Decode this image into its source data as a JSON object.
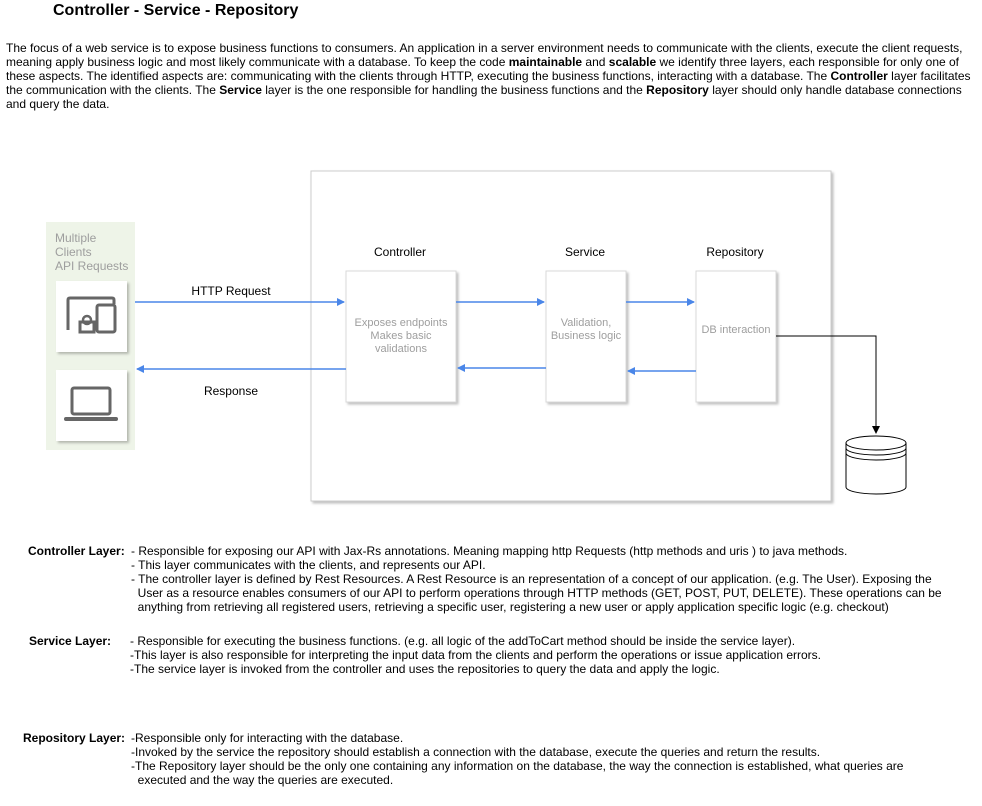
{
  "title": "Controller - Service - Repository",
  "intro": [
    {
      "t": "  The focus of a web service is to expose business functions to consumers. An application in a server environment needs to communicate with the clients, execute the client requests, meaning apply business logic and most likely communicate with a database. To keep the code ",
      "b": false
    },
    {
      "t": "maintainable",
      "b": true
    },
    {
      "t": " and ",
      "b": false
    },
    {
      "t": "scalable",
      "b": true
    },
    {
      "t": " we identify three layers, each responsible for only one of these aspects. The identified aspects are: communicating with the clients through HTTP, executing the business functions, interacting with a database. The ",
      "b": false
    },
    {
      "t": "Controller",
      "b": true
    },
    {
      "t": " layer facilitates the communication with the clients. The ",
      "b": false
    },
    {
      "t": "Service",
      "b": true
    },
    {
      "t": " layer is the one responsible for handling the business functions and the ",
      "b": false
    },
    {
      "t": "Repository",
      "b": true
    },
    {
      "t": " layer should only handle database connections and query the data.",
      "b": false
    }
  ],
  "diagram": {
    "clients_label": [
      "Multiple",
      "Clients",
      "API Requests"
    ],
    "http_request": "HTTP Request",
    "response": "Response",
    "controller_title": "Controller",
    "service_title": "Service",
    "repository_title": "Repository",
    "controller_box": [
      "Exposes endpoints",
      "Makes basic",
      "validations"
    ],
    "service_box": [
      "Validation,",
      "Business logic"
    ],
    "repository_box": "DB interaction",
    "icons": [
      "devices-icon",
      "laptop-icon",
      "database-icon"
    ],
    "colors": {
      "arrow": "#4a86e8",
      "clients_bg": "#eef4e8",
      "box_text": "#9e9e9e",
      "clients_text": "#9e9e9e"
    }
  },
  "layers": [
    {
      "label": "Controller Layer:",
      "lines": [
        "- Responsible for exposing our API with Jax-Rs annotations. Meaning mapping http Requests (http methods and uris ) to java methods.",
        "- This layer communicates with the clients, and represents our API.",
        "- The controller layer is defined by Rest Resources. A Rest Resource is an representation of a concept of our application. (e.g. The User). Exposing the",
        "  User as a resource enables consumers of our API to perform operations through HTTP methods (GET, POST, PUT, DELETE). These operations can be",
        "  anything from retrieving all registered users, retrieving a specific user, registering a new user or apply application specific logic (e.g. checkout)"
      ]
    },
    {
      "label": "Service Layer:",
      "lines": [
        "- Responsible for executing the business functions. (e.g. all logic of the addToCart method should be inside the service layer).",
        "-This layer is also responsible for interpreting the input data from the clients and perform the operations or issue application errors.",
        "-The service layer is invoked from the controller and uses the repositories to query the data and apply the logic."
      ]
    },
    {
      "label": "Repository Layer:",
      "lines": [
        "-Responsible only for interacting with the database.",
        "-Invoked by the service the repository should establish a connection with the database, execute the queries and return the results.",
        "-The Repository layer should be the only one containing any information on the database, the way the connection is established, what queries are",
        "  executed and the way the queries are executed."
      ]
    }
  ]
}
